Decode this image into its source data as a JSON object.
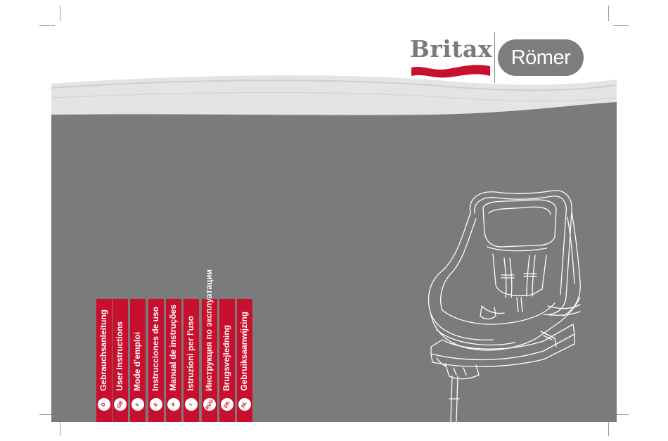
{
  "brand": {
    "britax": "Britax",
    "romer": "Römer",
    "swoosh_color": "#c8102e",
    "logo_gray": "#7a7a7a"
  },
  "cover": {
    "panel_color": "#7c7b7b",
    "accent_color": "#c8102e"
  },
  "languages": [
    {
      "code": "D",
      "title": "Gebrauchsanleitung"
    },
    {
      "code": "GB",
      "title": "User Instructions"
    },
    {
      "code": "F",
      "title": "Mode d’emploi"
    },
    {
      "code": "E",
      "title": "Instrucciones de uso"
    },
    {
      "code": "P",
      "title": "Manual de instruções"
    },
    {
      "code": "I",
      "title": "Istruzioni per l’uso"
    },
    {
      "code": "RUS",
      "title": "Инструкция по эксплуатации"
    },
    {
      "code": "DK",
      "title": "Brugsvejledning"
    },
    {
      "code": "NL",
      "title": "Gebruiksaanwijzing"
    }
  ],
  "illustration": {
    "subject": "child-car-seat-on-isofix-base"
  }
}
